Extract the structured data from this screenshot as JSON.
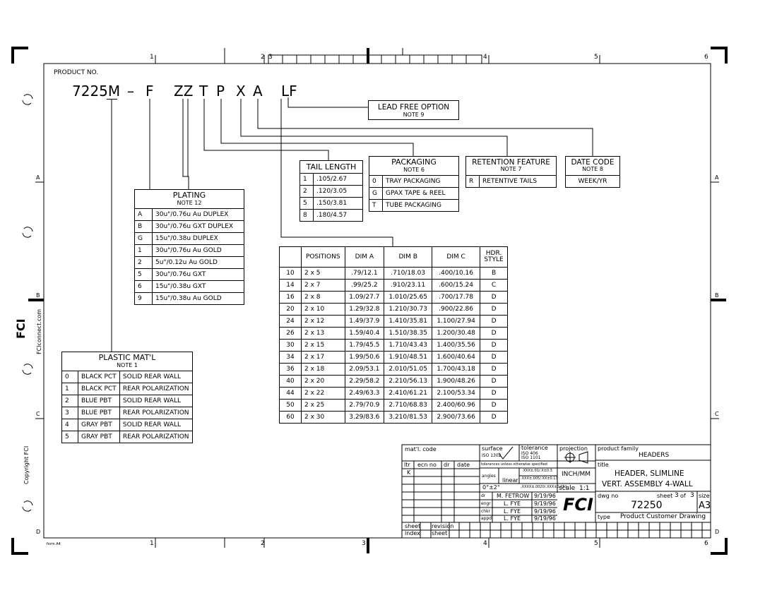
{
  "title_label": "PRODUCT NO.",
  "product_number": {
    "base": "7225M",
    "dash": "–",
    "f": "F",
    "zz": "ZZ",
    "t": "T",
    "p": "P",
    "x": "X",
    "a": "A",
    "lf": "LF"
  },
  "lead_free": {
    "title": "LEAD FREE OPTION",
    "note": "NOTE 9"
  },
  "tail_length": {
    "title": "TAIL LENGTH",
    "rows": [
      [
        "1",
        ".105/2.67"
      ],
      [
        "2",
        ".120/3.05"
      ],
      [
        "5",
        ".150/3.81"
      ],
      [
        "8",
        ".180/4.57"
      ]
    ]
  },
  "packaging": {
    "title": "PACKAGING",
    "note": "NOTE 6",
    "rows": [
      [
        "0",
        "TRAY PACKAGING"
      ],
      [
        "G",
        "GPAX TAPE & REEL"
      ],
      [
        "T",
        "TUBE PACKAGING"
      ]
    ]
  },
  "retention": {
    "title": "RETENTION FEATURE",
    "note": "NOTE 7",
    "rows": [
      [
        "R",
        "RETENTIVE TAILS"
      ]
    ]
  },
  "date_code": {
    "title": "DATE CODE",
    "note": "NOTE 8",
    "value": "WEEK/YR"
  },
  "plating": {
    "title": "PLATING",
    "note": "NOTE 12",
    "rows": [
      [
        "A",
        "30u\"/0.76u Au DUPLEX"
      ],
      [
        "B",
        "30u\"/0.76u GXT DUPLEX"
      ],
      [
        "G",
        "15u\"/0.38u DUPLEX"
      ],
      [
        "1",
        "30u\"/0.76u Au GOLD"
      ],
      [
        "2",
        "5u\"/0.12u Au GOLD"
      ],
      [
        "5",
        "30u\"/0.76u GXT"
      ],
      [
        "6",
        "15u\"/0.38u GXT"
      ],
      [
        "9",
        "15u\"/0.38u Au GOLD"
      ]
    ]
  },
  "plastic": {
    "title": "PLASTIC MAT'L",
    "note": "NOTE 1",
    "rows": [
      [
        "0",
        "BLACK PCT",
        "SOLID REAR WALL"
      ],
      [
        "1",
        "BLACK PCT",
        "REAR POLARIZATION"
      ],
      [
        "2",
        "BLUE PBT",
        "SOLID REAR WALL"
      ],
      [
        "3",
        "BLUE PBT",
        "REAR POLARIZATION"
      ],
      [
        "4",
        "GRAY PBT",
        "SOLID REAR WALL"
      ],
      [
        "5",
        "GRAY PBT",
        "REAR POLARIZATION"
      ]
    ]
  },
  "positions": {
    "headers": [
      "POSITIONS",
      "DIM A",
      "DIM B",
      "DIM C",
      "HDR.",
      "STYLE"
    ],
    "rows": [
      [
        "10",
        "2 x 5",
        ".79/12.1",
        ".710/18.03",
        ".400/10.16",
        "B"
      ],
      [
        "14",
        "2 x 7",
        ".99/25.2",
        ".910/23.11",
        ".600/15.24",
        "C"
      ],
      [
        "16",
        "2 x 8",
        "1.09/27.7",
        "1.010/25.65",
        ".700/17.78",
        "D"
      ],
      [
        "20",
        "2 x 10",
        "1.29/32.8",
        "1.210/30.73",
        ".900/22.86",
        "D"
      ],
      [
        "24",
        "2 x 12",
        "1.49/37.9",
        "1.410/35.81",
        "1.100/27.94",
        "D"
      ],
      [
        "26",
        "2 x 13",
        "1.59/40.4",
        "1.510/38.35",
        "1.200/30.48",
        "D"
      ],
      [
        "30",
        "2 x 15",
        "1.79/45.5",
        "1.710/43.43",
        "1.400/35.56",
        "D"
      ],
      [
        "34",
        "2 x 17",
        "1.99/50.6",
        "1.910/48.51",
        "1.600/40.64",
        "D"
      ],
      [
        "36",
        "2 x 18",
        "2.09/53.1",
        "2.010/51.05",
        "1.700/43.18",
        "D"
      ],
      [
        "40",
        "2 x 20",
        "2.29/58.2",
        "2.210/56.13",
        "1.900/48.26",
        "D"
      ],
      [
        "44",
        "2 x 22",
        "2.49/63.3",
        "2.410/61.21",
        "2.100/53.34",
        "D"
      ],
      [
        "50",
        "2 x 25",
        "2.79/70.9",
        "2.710/68.83",
        "2.400/60.96",
        "D"
      ],
      [
        "60",
        "2 x 30",
        "3.29/83.6",
        "3.210/81.53",
        "2.900/73.66",
        "D"
      ]
    ]
  },
  "zones_top": [
    "1",
    "2",
    "3",
    "4",
    "5",
    "6"
  ],
  "zones_side": [
    "A",
    "B",
    "C",
    "D"
  ],
  "side_text": {
    "url": "FCIconnect.com",
    "copyright": "Copyright FCI",
    "logo": "FCI",
    "form": "form A4"
  },
  "title_block": {
    "matl_code": "mat'l. code",
    "surface": "surface",
    "surface_iso": "ISO 1302",
    "tolerance": "tolerance",
    "tol_iso1": "ISO 406",
    "tol_iso2": "ISO 1101",
    "projection": "projection",
    "product_family_label": "product family",
    "product_family": "HEADERS",
    "ltr": "ltr",
    "ecn_no": "ecn no",
    "dr": "dr",
    "date": "date",
    "tol_note": "tolerances unless otherwise specified",
    "title_label": "title",
    "title1": "HEADER, SLIMLINE",
    "title2": "VERT. ASSEMBLY 4-WALL",
    "rev_k": "K",
    "angles": "angles",
    "linear": "linear",
    "lin1": ".XXX±.01/.X±0.3",
    "lin2": ".XXX±.005/.XX±0.13",
    "lin3": ".XXXX±.0020/.XXX±0.051",
    "angle_val": "0°±2°",
    "units": "INCH/MM",
    "scale_label": "scale",
    "scale": "1:1",
    "dr_label": "dr",
    "engr_label": "engr",
    "chkr_label": "chkr",
    "appd_label": "appd",
    "drawn_by": "M. FETROW",
    "engr_by": "L. FYE",
    "chkr_by": "L. FYE",
    "appd_by": "L. FYE",
    "date1": "9/19/96",
    "date2": "9/19/96",
    "date3": "9/19/96",
    "date4": "9/19/96",
    "dwg_label": "dwg no",
    "dwg_no": "72250",
    "sheet_label": "sheet",
    "sheet_no": "3",
    "of": "of",
    "sheet_total": "3",
    "size_label": "size",
    "size": "A3",
    "type_label": "type",
    "type": "Product Customer Drawing",
    "sheet_index": "sheet",
    "index": "index",
    "revision": "revision",
    "sheet2": "sheet"
  }
}
